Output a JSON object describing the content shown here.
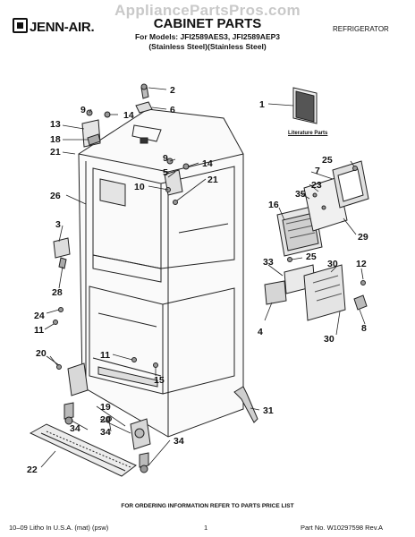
{
  "watermark": "AppliancePartsPros.com",
  "brand": "JENN-AIR.",
  "title": "CABINET PARTS",
  "models_line": "For Models: JFI2589AES3, JFI2589AEP3",
  "finish_line": "(Stainless Steel)(Stainless Steel)",
  "category": "REFRIGERATOR",
  "literature_label": "Literature Parts",
  "callouts": {
    "c1": "1",
    "c2": "2",
    "c3": "3",
    "c4": "4",
    "c5": "5",
    "c6": "6",
    "c7": "7",
    "c8": "8",
    "c9a": "9",
    "c9b": "9",
    "c10": "10",
    "c11a": "11",
    "c11b": "11",
    "c12": "12",
    "c13": "13",
    "c14a": "14",
    "c14b": "14",
    "c15": "15",
    "c16": "16",
    "c18": "18",
    "c19": "19",
    "c20a": "20",
    "c20b": "20",
    "c21a": "21",
    "c21b": "21",
    "c22": "22",
    "c23": "23",
    "c24": "24",
    "c25a": "25",
    "c25b": "25",
    "c26": "26",
    "c28": "28",
    "c29": "29",
    "c30a": "30",
    "c30b": "30",
    "c31": "31",
    "c33": "33",
    "c34a": "34",
    "c34b": "34",
    "c35": "35"
  },
  "footer": {
    "note": "FOR ORDERING INFORMATION REFER TO PARTS PRICE LIST",
    "litho": "10–09 Litho In U.S.A. (mat) (psw)",
    "page": "1",
    "part_no": "Part No. W10297598 Rev.A"
  }
}
